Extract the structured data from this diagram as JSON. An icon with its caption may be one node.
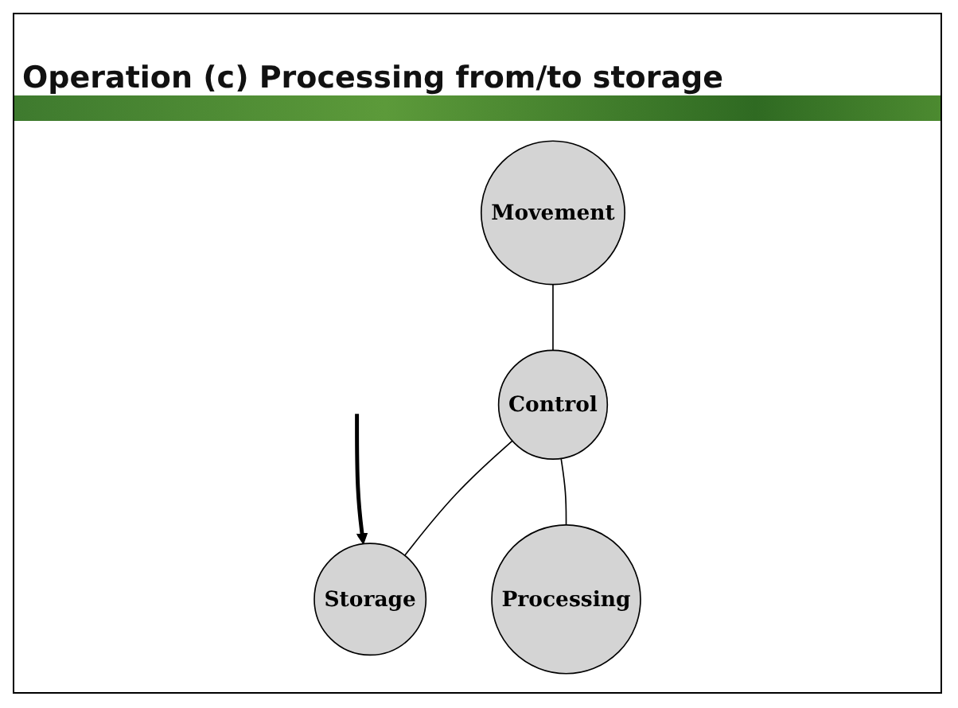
{
  "diagram": {
    "title": "Operation (c) Processing from/to storage",
    "nodes": [
      {
        "text": [
          "Movement"
        ]
      },
      {
        "text": [
          "Control"
        ]
      },
      {
        "text": [
          "Storage"
        ]
      },
      {
        "text": [
          "Processing"
        ]
      }
    ],
    "edges": [
      {
        "from": 0,
        "to": 1,
        "arrow": "none"
      },
      {
        "from": 1,
        "to": 2,
        "arrow": "none"
      },
      {
        "from": 1,
        "to": 3,
        "arrow": "none"
      },
      {
        "from": null,
        "to": 2,
        "arrow": "to",
        "style": "thick"
      }
    ]
  }
}
